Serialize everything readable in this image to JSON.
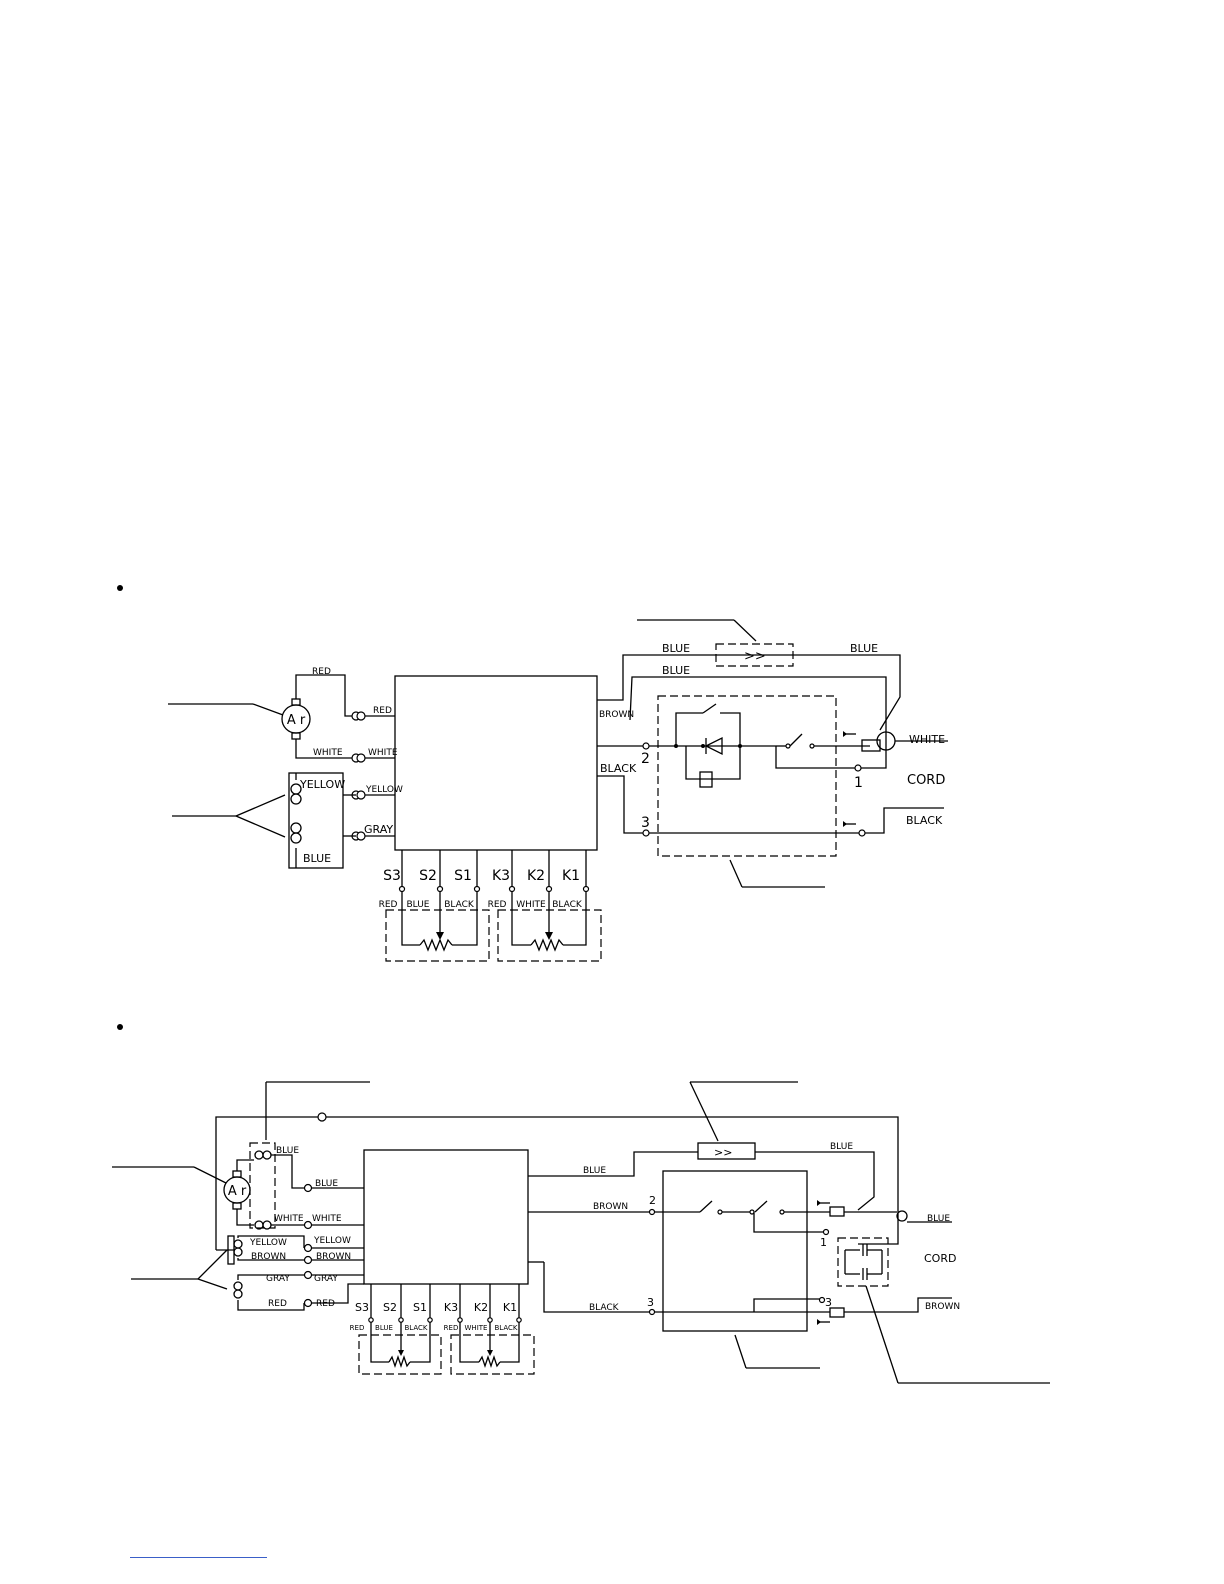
{
  "diagram_1": {
    "wires": {
      "red_top": "RED",
      "red": "RED",
      "white_left": "WHITE",
      "white_right": "WHITE",
      "yellow_coil": "YELLOW",
      "yellow": "YELLOW",
      "blue_coil": "BLUE",
      "gray": "GRAY",
      "blue_top_left": "BLUE",
      "blue_top_right": "BLUE",
      "blue_second": "BLUE",
      "brown": "BROWN",
      "black": "BLACK",
      "white_cord": "WHITE",
      "black_cord": "BLACK"
    },
    "motor_label": "A r",
    "cord_label": "CORD",
    "terminal_numbers": {
      "t1": "1",
      "t2": "2",
      "t3": "3"
    },
    "terminals": [
      "S3",
      "S2",
      "S1",
      "K3",
      "K2",
      "K1"
    ],
    "pot_wires": [
      "RED",
      "BLUE",
      "BLACK",
      "RED",
      "WHITE",
      "BLACK"
    ]
  },
  "diagram_2": {
    "wires": {
      "blue_coil": "BLUE",
      "blue": "BLUE",
      "white_left": "WHITE",
      "white_right": "WHITE",
      "yellow_left": "YELLOW",
      "yellow_right": "YELLOW",
      "brown_left": "BROWN",
      "brown_right": "BROWN",
      "gray_left": "GRAY",
      "gray_right": "GRAY",
      "red_left": "RED",
      "red_right": "RED",
      "blue_mid": "BLUE",
      "blue_top_right": "BLUE",
      "brown_mid": "BROWN",
      "black": "BLACK",
      "blue_cord": "BLUE",
      "brown_cord": "BROWN"
    },
    "motor_label": "A r",
    "cord_label": "CORD",
    "terminal_numbers": {
      "t1": "1",
      "t2": "2",
      "t3": "3"
    },
    "terminals": [
      "S3",
      "S2",
      "S1",
      "K3",
      "K2",
      "K1"
    ],
    "pot_wires": [
      "RED",
      "BLUE",
      "BLACK",
      "RED",
      "WHITE",
      "BLACK"
    ]
  }
}
